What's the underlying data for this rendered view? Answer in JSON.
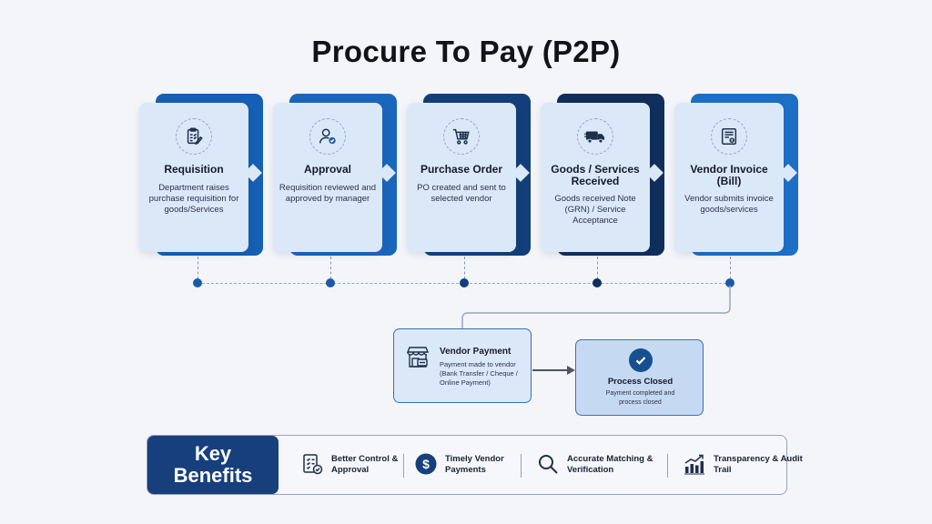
{
  "title": "Procure To Pay (P2P)",
  "steps": [
    {
      "title": "Requisition",
      "desc": "Department raises purchase requisition for goods/Services",
      "icon": "clipboard-icon",
      "accent": "#1560b4"
    },
    {
      "title": "Approval",
      "desc": "Requisition reviewed and approved by manager",
      "icon": "user-check-icon",
      "accent": "#1a66bd"
    },
    {
      "title": "Purchase Order",
      "desc": "PO created and sent to selected vendor",
      "icon": "cart-icon",
      "accent": "#123f7a"
    },
    {
      "title": "Goods / Services Received",
      "desc": "Goods received Note (GRN) / Service Acceptance",
      "icon": "truck-icon",
      "accent": "#0f2e5c"
    },
    {
      "title": "Vendor Invoice (Bill)",
      "desc": "Vendor submits invoice goods/services",
      "icon": "invoice-icon",
      "accent": "#1d6fc6"
    }
  ],
  "payment": {
    "title": "Vendor Payment",
    "desc": "Payment made to vendor (Bank Transfer / Cheque / Online Payment)",
    "icon": "storefront-icon"
  },
  "closed": {
    "title": "Process Closed",
    "desc": "Payment completed and process closed",
    "icon": "check-circle-icon"
  },
  "key_benefits": {
    "heading_line1": "Key",
    "heading_line2": "Benefits",
    "items": [
      {
        "label": "Better Control & Approval",
        "icon": "checklist-icon"
      },
      {
        "label": "Timely Vendor Payments",
        "icon": "dollar-icon"
      },
      {
        "label": "Accurate Matching & Verification",
        "icon": "magnifier-icon"
      },
      {
        "label": "Transparency & Audit Trail",
        "icon": "bar-chart-icon"
      }
    ]
  },
  "colors": {
    "primary": "#163f7c",
    "card": "#dbe8f8",
    "dot": "#1a5aa8"
  }
}
